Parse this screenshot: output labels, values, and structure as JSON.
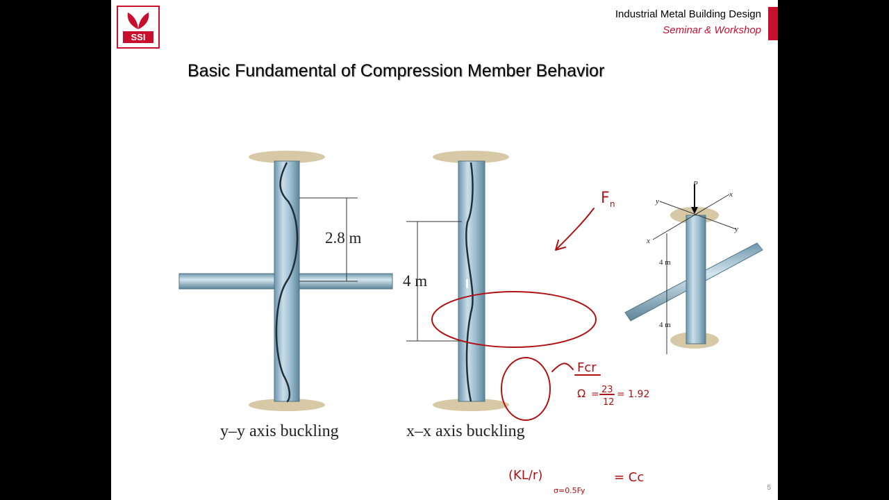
{
  "header": {
    "logo_text": "SSI",
    "title": "Industrial Metal Building Design",
    "subtitle": "Seminar & Workshop"
  },
  "slide": {
    "title": "Basic Fundamental of Compression Member Behavior",
    "page_number": "5"
  },
  "figure": {
    "left_caption": "y–y axis buckling",
    "right_caption": "x–x axis buckling",
    "left_dimension": "2.8 m",
    "middle_dimension": "4 m",
    "iso_upper_dimension": "4 m",
    "iso_lower_dimension": "4 m",
    "iso_axis_y": "y",
    "iso_axis_x": "x",
    "iso_load": "P"
  },
  "annotations": {
    "fn": "F",
    "fn_sub": "n",
    "fcr": "Fcr",
    "omega_eq": "Ω = 23/12 = 1.92",
    "omega_lhs": "Ω",
    "omega_eq_sign": "=",
    "omega_num": "23",
    "omega_den": "12",
    "omega_rhs": "= 1.92",
    "kl_r": "(KL/r)",
    "kl_r_sub": "σ=0.5Fy",
    "cc": "= Cc"
  },
  "colors": {
    "brand_red": "#c8102e",
    "ink_red": "#b01010",
    "steel": "#8fb3c6"
  }
}
